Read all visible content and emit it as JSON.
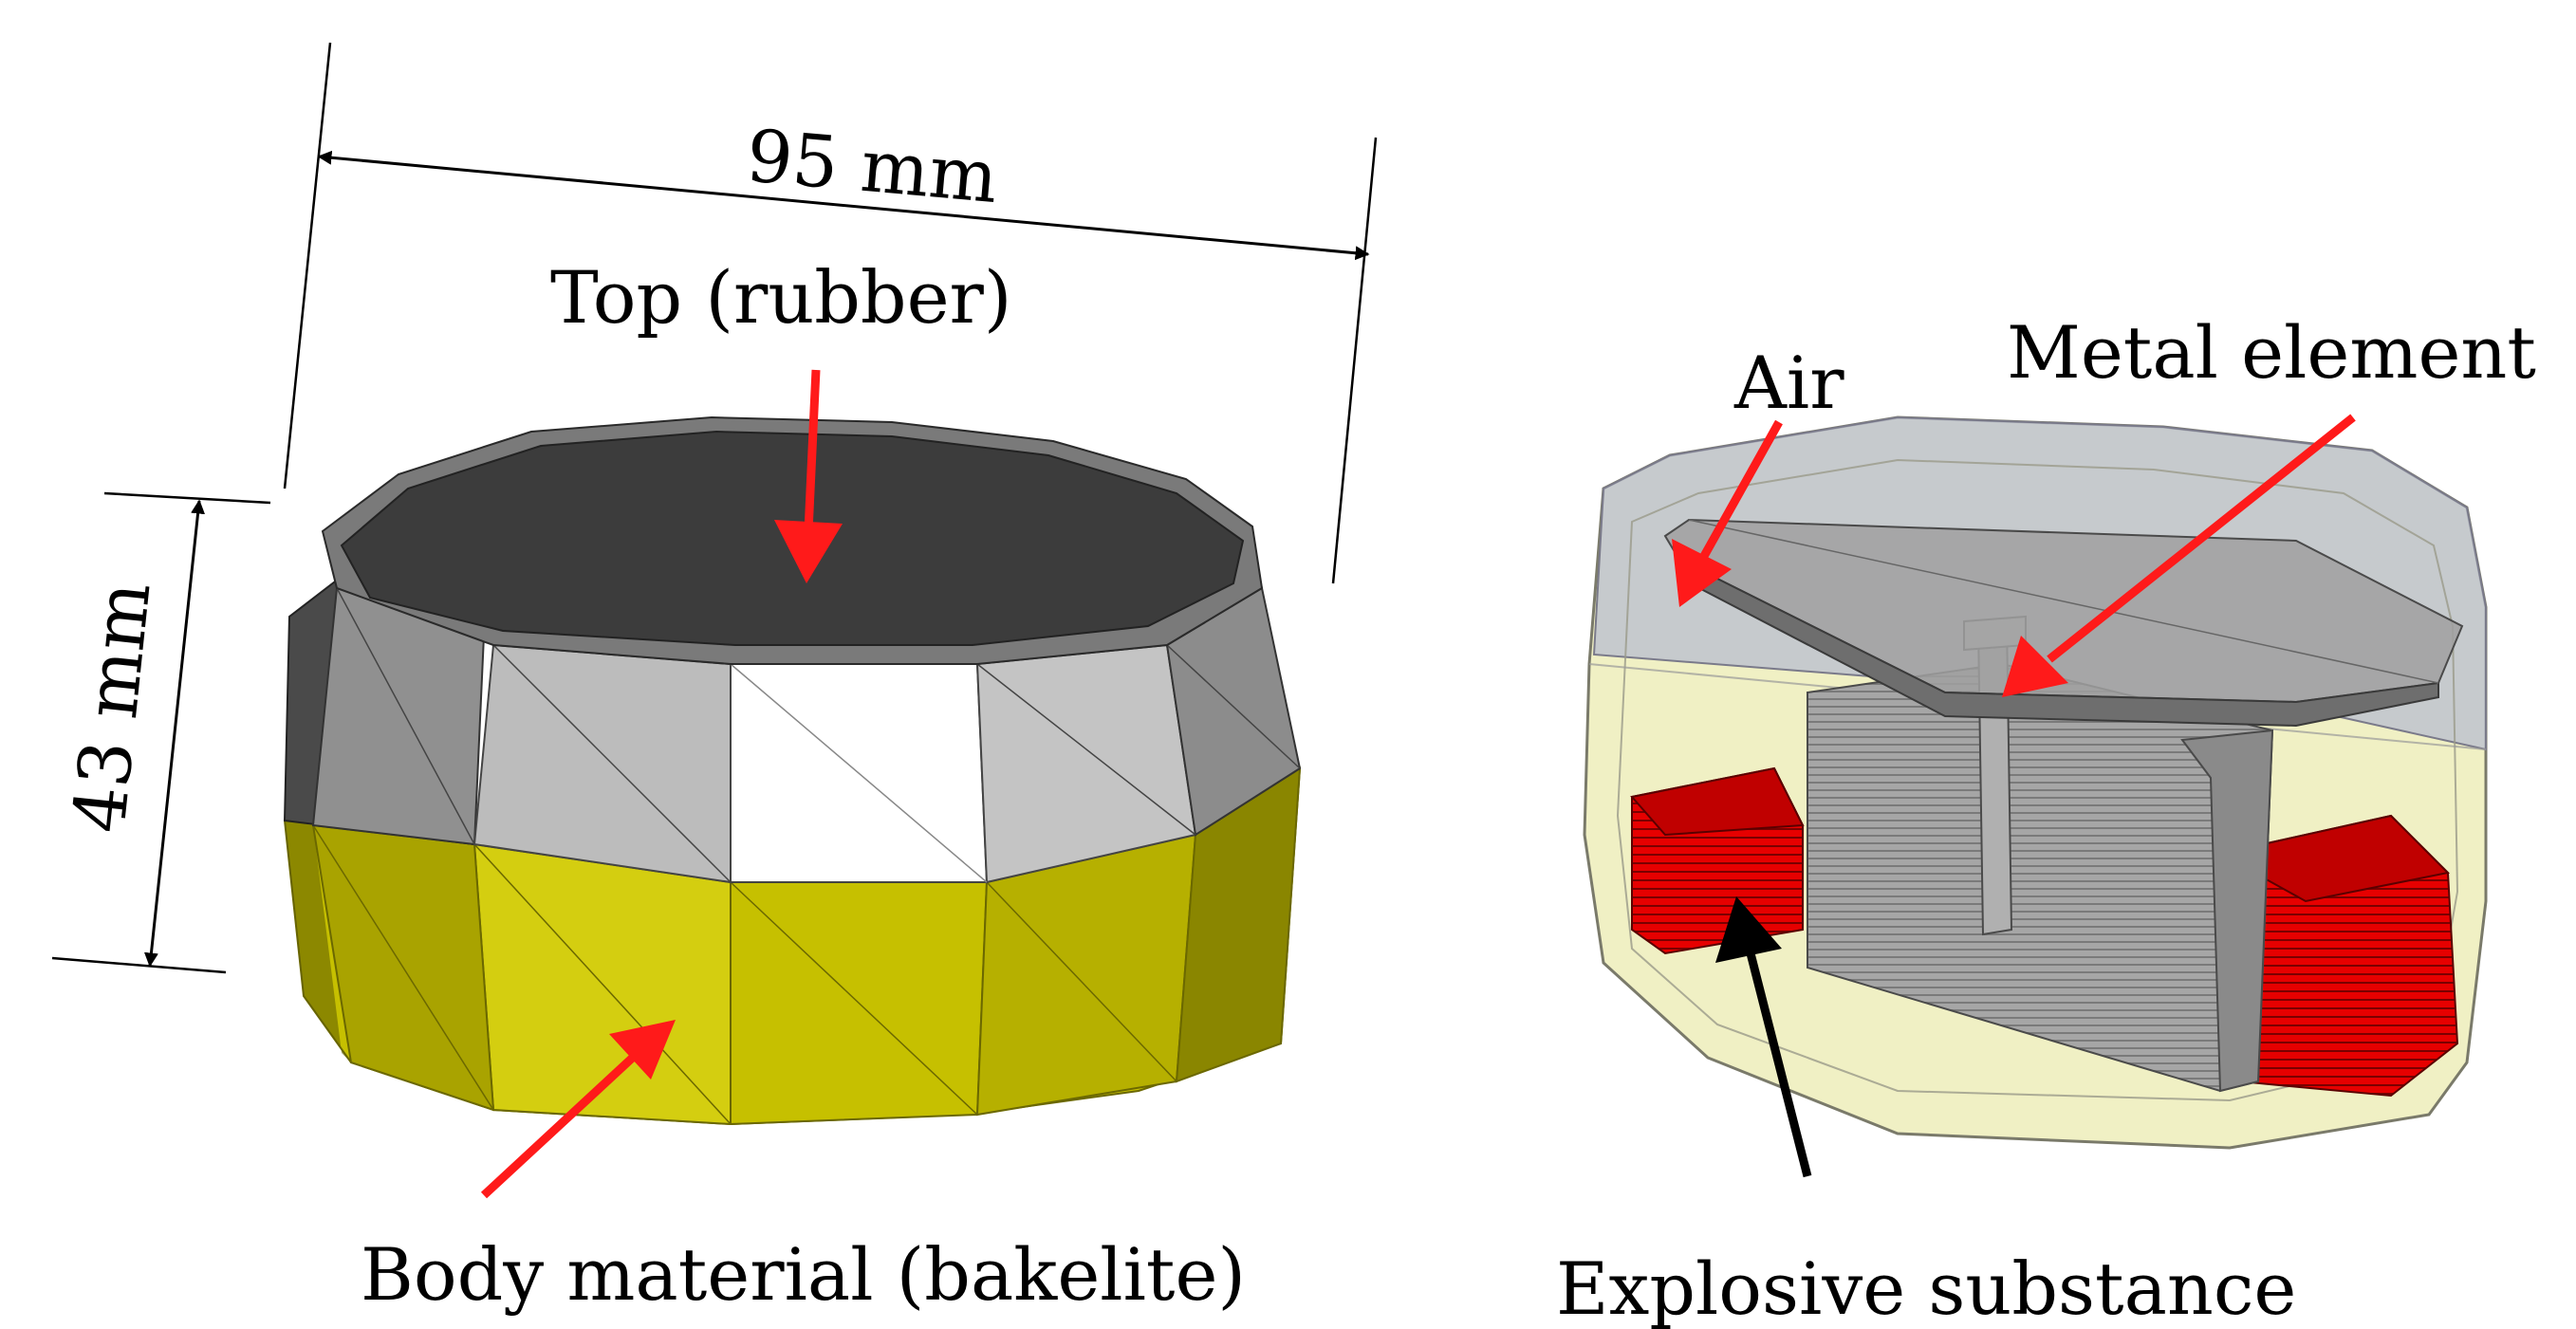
{
  "labels": {
    "width_dim": "95 mm",
    "height_dim": "43 mm",
    "top": "Top (rubber)",
    "body": "Body material (bakelite)",
    "air": "Air",
    "metal": "Metal element",
    "explosive": "Explosive substance"
  },
  "colors": {
    "rubber_top": "#3c3c3c",
    "bevel_upper": "#c8c8c8",
    "bevel_bright": "#ffffff",
    "bakelite": "#c6c000",
    "bakelite_dark": "#8a8600",
    "arrow_red": "#ff1a1a",
    "arrow_black": "#000000",
    "explosive_red": "#e30000",
    "metal_gray": "#9a9a9a",
    "air_tint": "#b8bed0",
    "fill_tint": "#ebebb0"
  }
}
